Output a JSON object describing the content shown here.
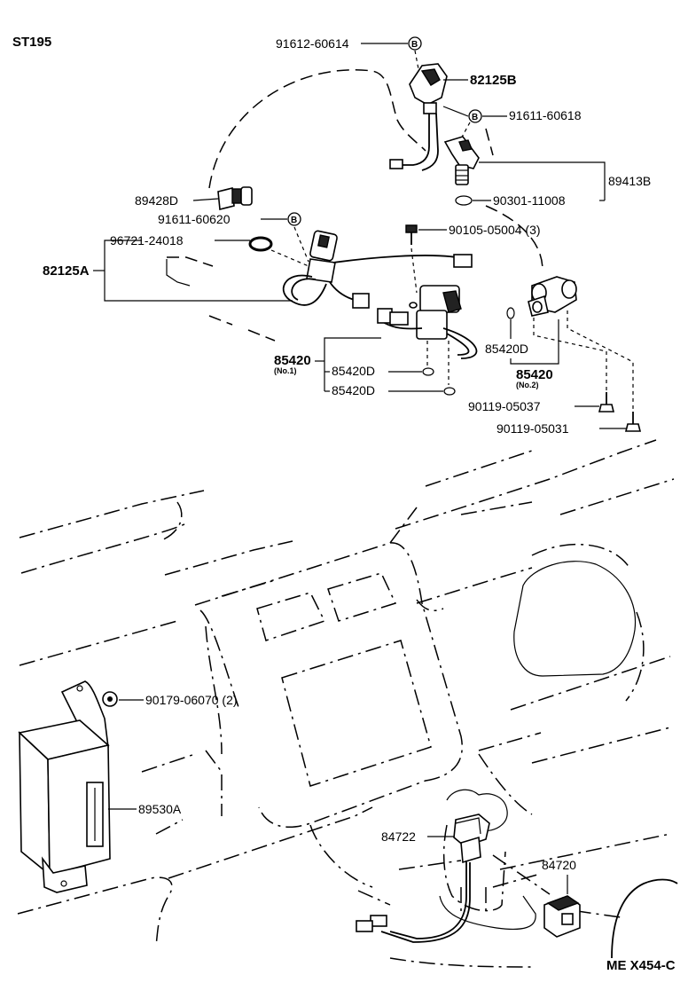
{
  "diagram": {
    "model_code": "ST195",
    "ref_code": "ME X454-C",
    "circle_marker": "B",
    "parts": {
      "p_91612_60614": "91612-60614",
      "p_82125B": "82125B",
      "p_91611_60618": "91611-60618",
      "p_89413B": "89413B",
      "p_90301_11008": "90301-11008",
      "p_89428D": "89428D",
      "p_91611_60620": "91611-60620",
      "p_96721_24018": "96721-24018",
      "p_82125A": "82125A",
      "p_90105_05004": "90105-05004 (3)",
      "p_85420D_a": "85420D",
      "p_85420_no1": "85420",
      "p_no1": "(No.1)",
      "p_85420D_b": "85420D",
      "p_85420D_c": "85420D",
      "p_85420_no2": "85420",
      "p_no2": "(No.2)",
      "p_90119_05037": "90119-05037",
      "p_90119_05031": "90119-05031",
      "p_90179_06070": "90179-06070 (2)",
      "p_89530A": "89530A",
      "p_84722": "84722",
      "p_84720": "84720"
    }
  }
}
